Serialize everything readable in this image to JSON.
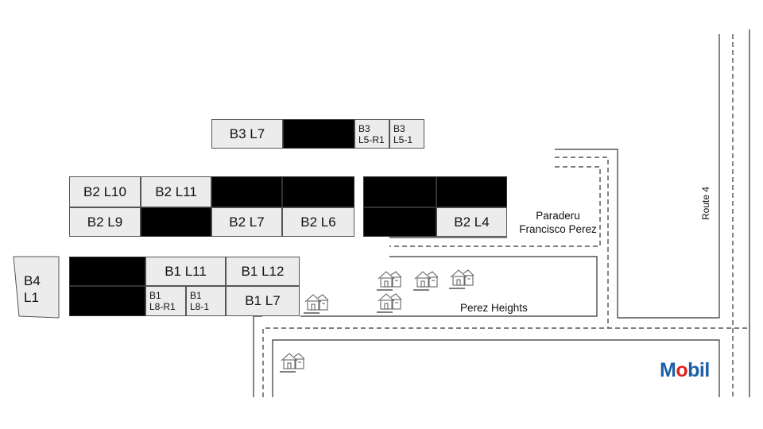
{
  "blocks": {
    "b3": [
      {
        "id": "b3-l7",
        "label": "B3 L7",
        "status": "available"
      },
      {
        "id": "b3-black",
        "label": "",
        "status": "taken"
      },
      {
        "id": "b3-l5-r1",
        "label": "B3\nL5-R1",
        "status": "available"
      },
      {
        "id": "b3-l5-1",
        "label": "B3\nL5-1",
        "status": "available"
      }
    ],
    "b2": [
      {
        "id": "b2-l10",
        "label": "B2 L10",
        "status": "available"
      },
      {
        "id": "b2-l11",
        "label": "B2 L11",
        "status": "available"
      },
      {
        "id": "b2-top-black-1",
        "label": "",
        "status": "taken"
      },
      {
        "id": "b2-top-black-2",
        "label": "",
        "status": "taken"
      },
      {
        "id": "b2-top-black-3",
        "label": "",
        "status": "taken"
      },
      {
        "id": "b2-top-black-4",
        "label": "",
        "status": "taken"
      },
      {
        "id": "b2-l9",
        "label": "B2 L9",
        "status": "available"
      },
      {
        "id": "b2-bottom-black-1",
        "label": "",
        "status": "taken"
      },
      {
        "id": "b2-l7",
        "label": "B2 L7",
        "status": "available"
      },
      {
        "id": "b2-l6",
        "label": "B2 L6",
        "status": "available"
      },
      {
        "id": "b2-bottom-black-2",
        "label": "",
        "status": "taken"
      },
      {
        "id": "b2-l4",
        "label": "B2 L4",
        "status": "available"
      }
    ],
    "b1": [
      {
        "id": "b1-top-black",
        "label": "",
        "status": "taken"
      },
      {
        "id": "b1-l11",
        "label": "B1 L11",
        "status": "available"
      },
      {
        "id": "b1-l12",
        "label": "B1 L12",
        "status": "available"
      },
      {
        "id": "b1-bottom-black",
        "label": "",
        "status": "taken"
      },
      {
        "id": "b1-l8-r1",
        "label": "B1\nL8-R1",
        "status": "available"
      },
      {
        "id": "b1-l8-1",
        "label": "B1\nL8-1",
        "status": "available"
      },
      {
        "id": "b1-l7",
        "label": "B1 L7",
        "status": "available"
      }
    ],
    "b4": {
      "label": "B4\nL1"
    }
  },
  "places": {
    "paradero": "Paraderu\nFrancisco Perez",
    "subdivision": "Perez Heights",
    "road": "Route 4",
    "gas_station": {
      "prefix": "M",
      "o": "o",
      "suffix": "bil"
    }
  },
  "icons": {
    "house": "house-icon",
    "gas_brand": "mobil-logo"
  },
  "colors": {
    "taken": "#000000",
    "available": "#ececec",
    "mobil_blue": "#1a5fa8",
    "mobil_red": "#e2231a"
  }
}
